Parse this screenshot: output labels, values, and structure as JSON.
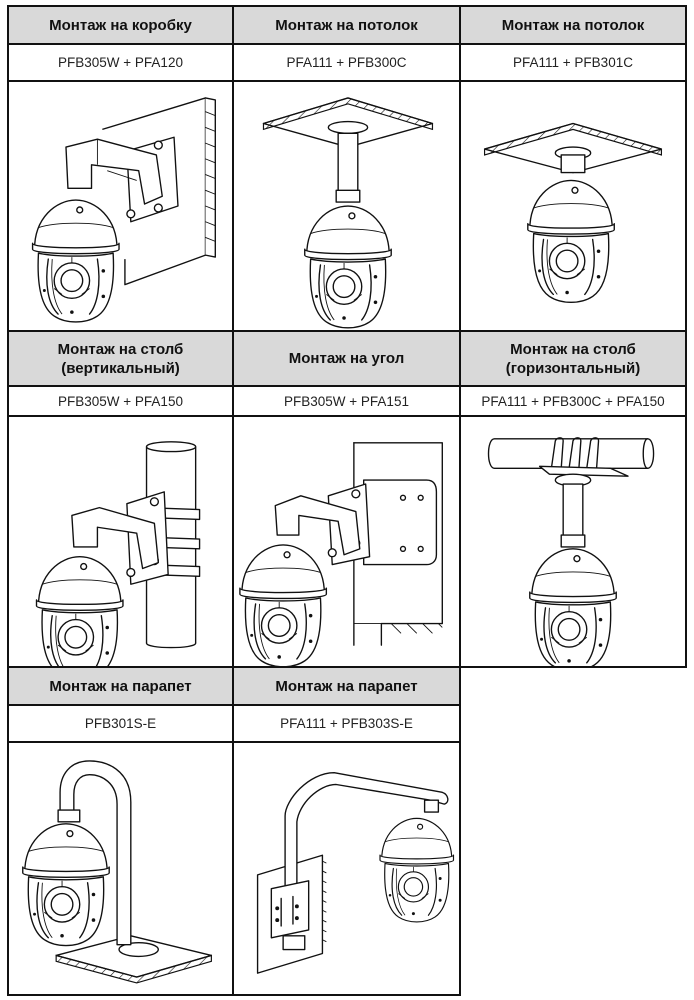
{
  "document": {
    "title": "Варианты монтажа камеры",
    "mounts": [
      {
        "title_line1": "Монтаж на коробку",
        "title_line2": "",
        "code": "PFB305W + PFA120",
        "illustration": "box-mount-camera-illustration"
      },
      {
        "title_line1": "Монтаж на потолок",
        "title_line2": "",
        "code": "PFA111 + PFB300C",
        "illustration": "ceiling-pendant-mount-camera-illustration"
      },
      {
        "title_line1": "Монтаж на потолок",
        "title_line2": "",
        "code": "PFA111 + PFB301C",
        "illustration": "ceiling-flush-mount-camera-illustration"
      },
      {
        "title_line1": "Монтаж на столб",
        "title_line2": "(вертикальный)",
        "code": "PFB305W + PFA150",
        "illustration": "vertical-pole-mount-camera-illustration"
      },
      {
        "title_line1": "Монтаж на угол",
        "title_line2": "",
        "code": "PFB305W + PFA151",
        "illustration": "corner-mount-camera-illustration"
      },
      {
        "title_line1": "Монтаж на столб",
        "title_line2": "(горизонтальный)",
        "code": "PFA111 + PFB300C + PFA150",
        "illustration": "horizontal-pole-mount-camera-illustration"
      },
      {
        "title_line1": "Монтаж на парапет",
        "title_line2": "",
        "code": "PFB301S-E",
        "illustration": "parapet-floor-mount-camera-illustration"
      },
      {
        "title_line1": "Монтаж на парапет",
        "title_line2": "",
        "code": "PFA111 + PFB303S-E",
        "illustration": "parapet-wall-mount-camera-illustration"
      }
    ]
  }
}
